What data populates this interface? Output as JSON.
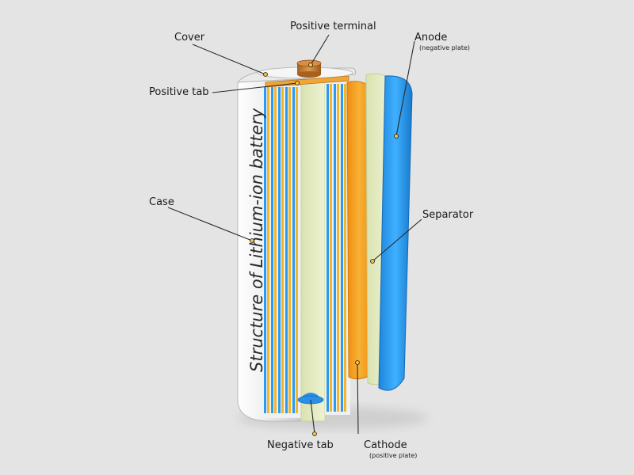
{
  "diagram": {
    "title": "Structure of Lithium-ion battery",
    "labels": {
      "cover": "Cover",
      "positive_terminal": "Positive terminal",
      "anode": "Anode",
      "anode_note": "(negative plate)",
      "positive_tab": "Positive tab",
      "case": "Case",
      "separator": "Separator",
      "negative_tab": "Negative tab",
      "cathode": "Cathode",
      "cathode_note": "(positive plate)"
    },
    "colors": {
      "background": "#e4e4e4",
      "case": "#dcdcdc",
      "anode": "#2a9bf0",
      "cathode": "#f5a31c",
      "separator": "#e4ecc4",
      "terminal": "#c87a2a",
      "negative_tab": "#2a8fe6"
    }
  }
}
